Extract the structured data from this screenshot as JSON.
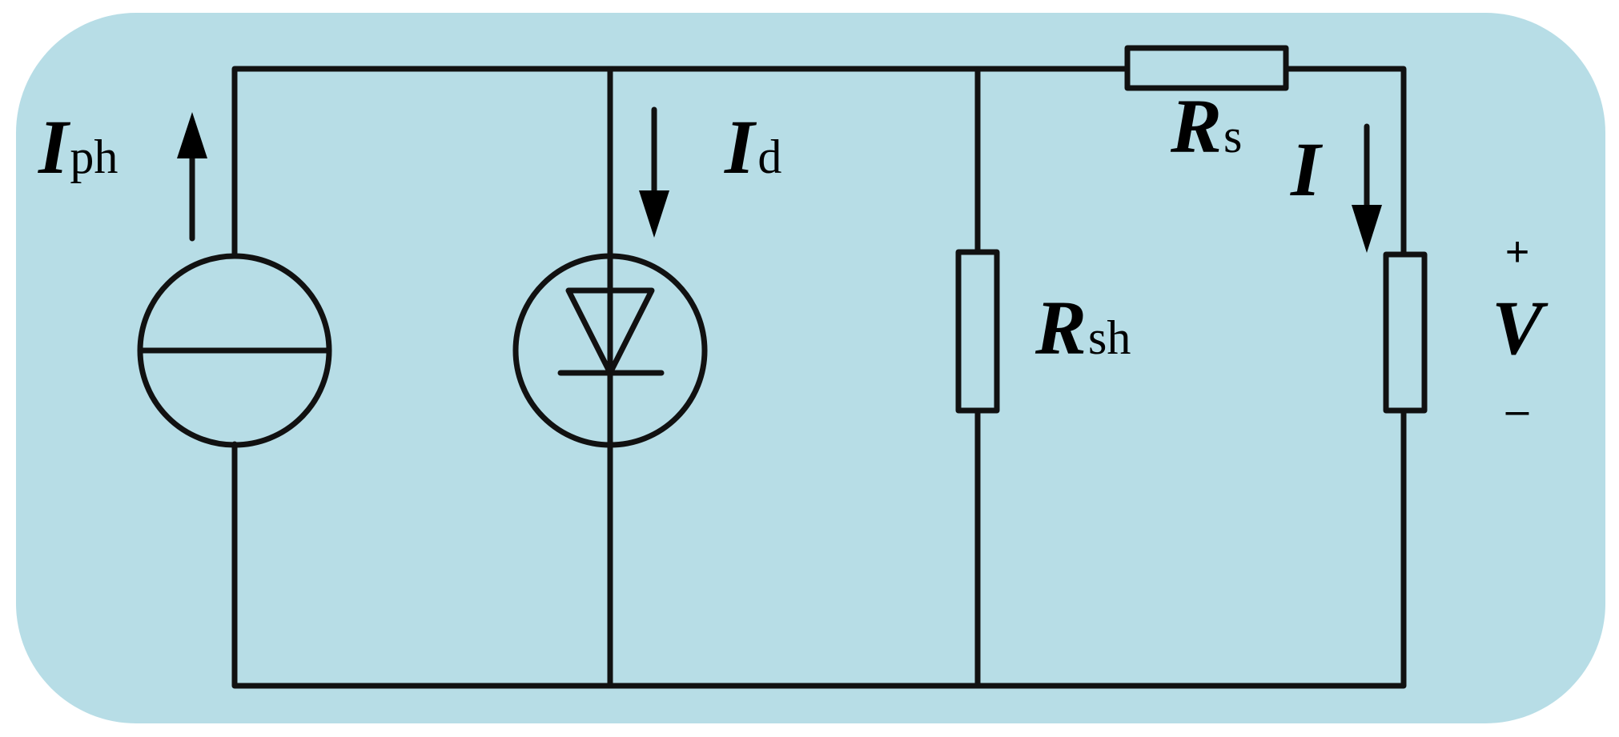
{
  "colors": {
    "background": "#b7dde6",
    "line": "#111111"
  },
  "labels": {
    "photo_current": {
      "main": "I",
      "sub": "ph"
    },
    "diode_current": {
      "main": "I",
      "sub": "d"
    },
    "series_resistor": {
      "main": "R",
      "sub": "s"
    },
    "shunt_resistor": {
      "main": "R",
      "sub": "sh"
    },
    "output_current": {
      "main": "I"
    },
    "voltage": {
      "main": "V",
      "plus": "+",
      "minus": "–"
    }
  }
}
